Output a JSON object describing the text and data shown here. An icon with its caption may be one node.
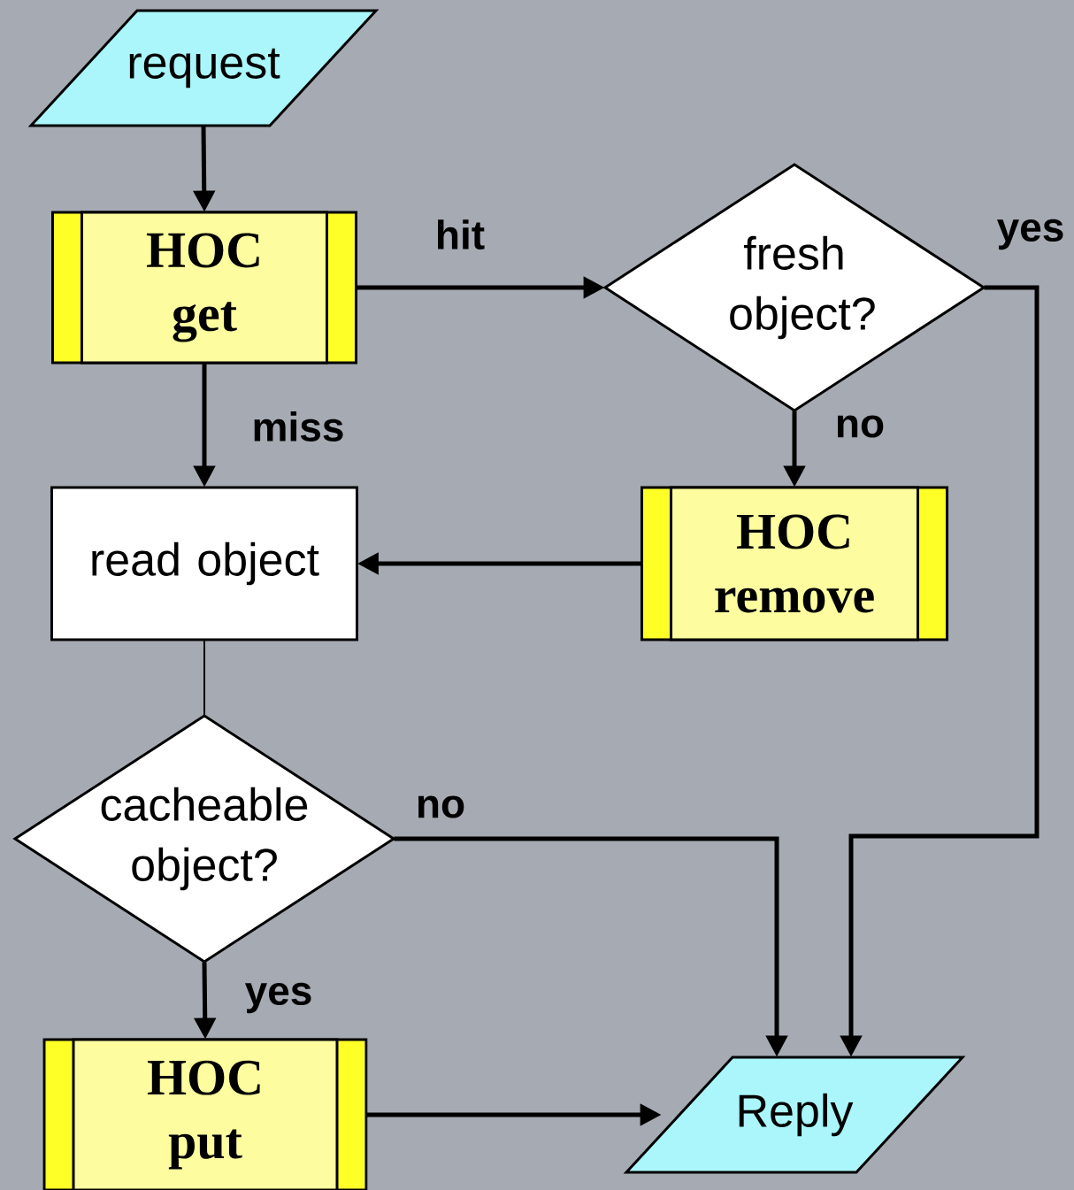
{
  "diagram": {
    "nodes": [
      {
        "text": [
          "request"
        ]
      },
      {
        "text": [
          "HOC get"
        ]
      },
      {
        "text": [
          "fresh object?"
        ]
      },
      {
        "text": [
          "read object"
        ]
      },
      {
        "text": [
          "HOC remove"
        ]
      },
      {
        "text": [
          "cacheable object?"
        ]
      },
      {
        "text": [
          "HOC put"
        ]
      },
      {
        "text": [
          "Reply"
        ]
      }
    ],
    "edges": [
      {
        "from": 0,
        "to": 1,
        "arrow": "to"
      },
      {
        "from": 1,
        "to": 2,
        "arrow": "to",
        "label": "hit"
      },
      {
        "from": 1,
        "to": 3,
        "arrow": "to",
        "label": "miss"
      },
      {
        "from": 2,
        "to": 4,
        "arrow": "to",
        "label": "no"
      },
      {
        "from": 2,
        "to": 7,
        "arrow": "to",
        "label": "yes"
      },
      {
        "from": 4,
        "to": 3,
        "arrow": "to"
      },
      {
        "from": 3,
        "to": 5,
        "arrow": "none"
      },
      {
        "from": 5,
        "to": 7,
        "arrow": "to",
        "label": "no"
      },
      {
        "from": 5,
        "to": 6,
        "arrow": "to",
        "label": "yes"
      },
      {
        "from": 6,
        "to": 7,
        "arrow": "to"
      }
    ]
  }
}
